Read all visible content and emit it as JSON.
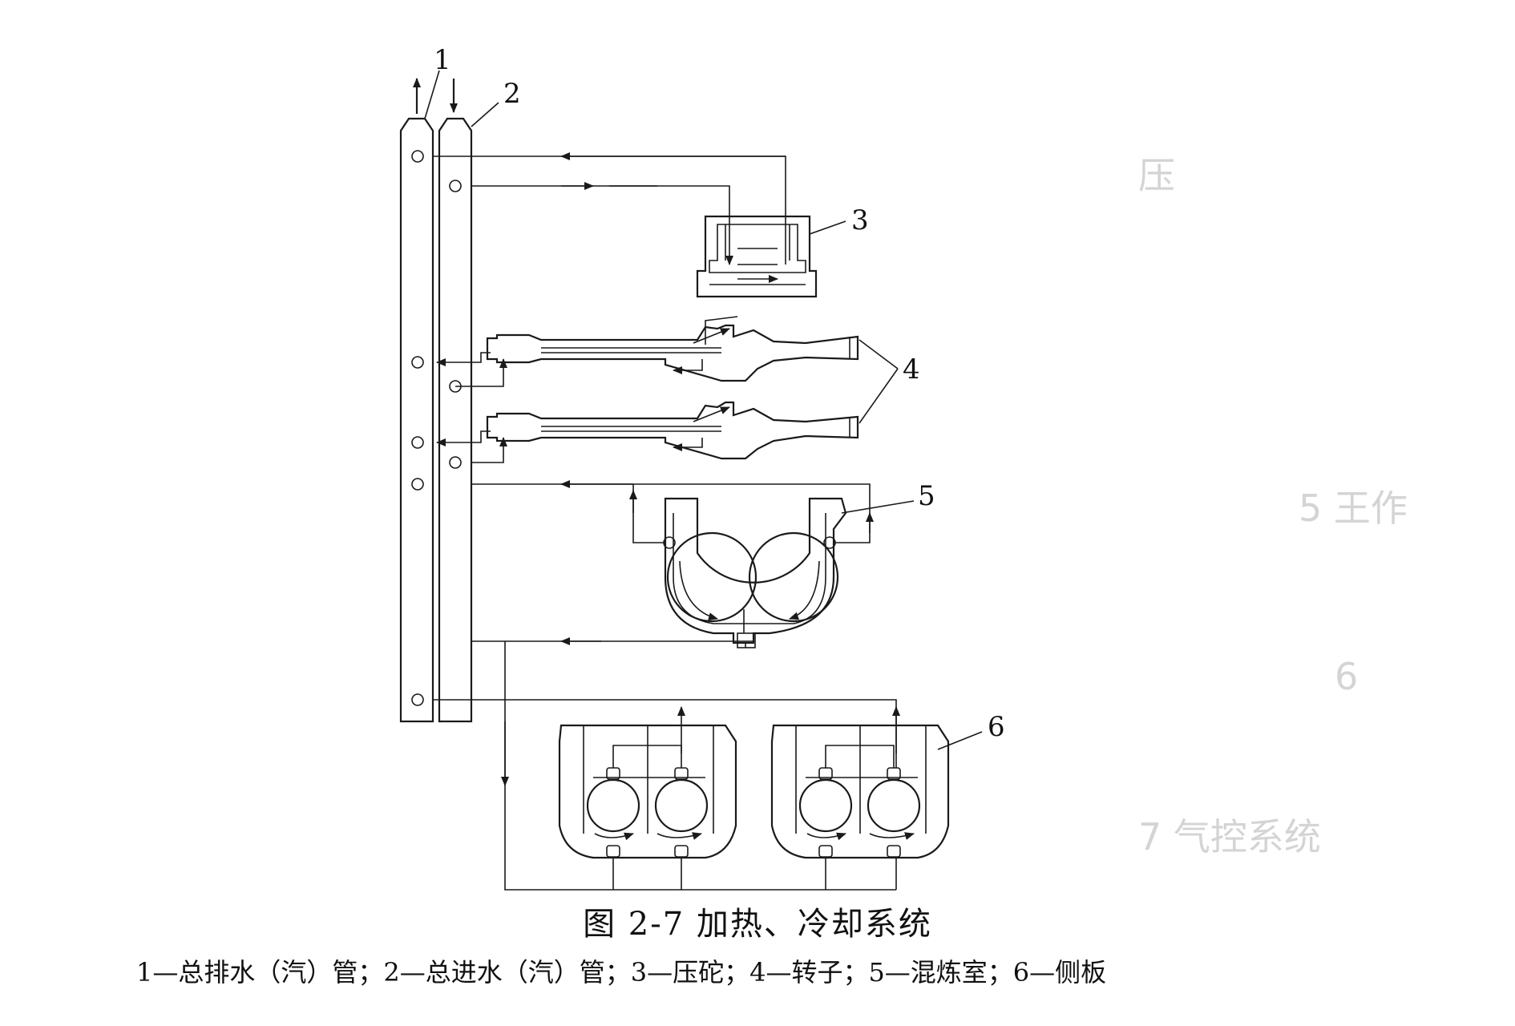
{
  "figure": {
    "caption": "图 2-7   加热、冷却系统",
    "legend": "1—总排水（汽）管；2—总进水（汽）管；3—压砣；4—转子；5—混炼室；6—侧板",
    "labels": {
      "l1": "1",
      "l2": "2",
      "l3": "3",
      "l4": "4",
      "l5": "5",
      "l6": "6"
    }
  },
  "show_through": [
    "压",
    "5  王作",
    "6",
    "7  气控系统"
  ]
}
